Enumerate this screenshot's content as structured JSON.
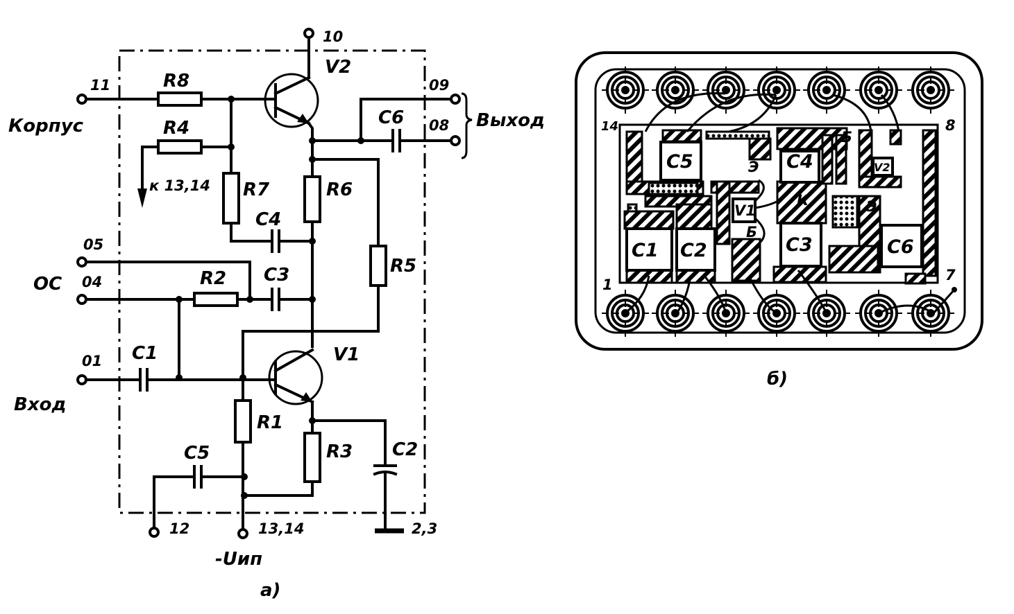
{
  "schematic": {
    "caption": "а)",
    "terminals": {
      "t10": "10",
      "t11": "11",
      "t09": "09",
      "t08": "08",
      "t05": "05",
      "t04": "04",
      "t01": "01",
      "t12": "12",
      "t1314": "13,14",
      "t23": "2,3"
    },
    "labels": {
      "korpus": "Корпус",
      "vyhod": "Выход",
      "oc": "ОС",
      "vhod": "Вход",
      "to1314": "к 13,14",
      "supply": "-Uип"
    },
    "components": {
      "R1": "R1",
      "R2": "R2",
      "R3": "R3",
      "R4": "R4",
      "R5": "R5",
      "R6": "R6",
      "R7": "R7",
      "R8": "R8",
      "C1": "C1",
      "C2": "C2",
      "C3": "C3",
      "C4": "C4",
      "C5": "C5",
      "C6": "C6",
      "V1": "V1",
      "V2": "V2"
    }
  },
  "layout_drawing": {
    "caption": "б)",
    "pin_labels": {
      "p14": "14",
      "p8": "8",
      "p1": "1",
      "p7": "7"
    },
    "components": {
      "C1": "C1",
      "C2": "C2",
      "C3": "C3",
      "C4": "C4",
      "C5": "C5",
      "C6": "C6",
      "V1": "V1",
      "V2": "V2"
    },
    "electrode_labels": {
      "e1": "Э",
      "b1": "Б",
      "k1": "К",
      "b2": "Б",
      "e2": "Э"
    }
  }
}
